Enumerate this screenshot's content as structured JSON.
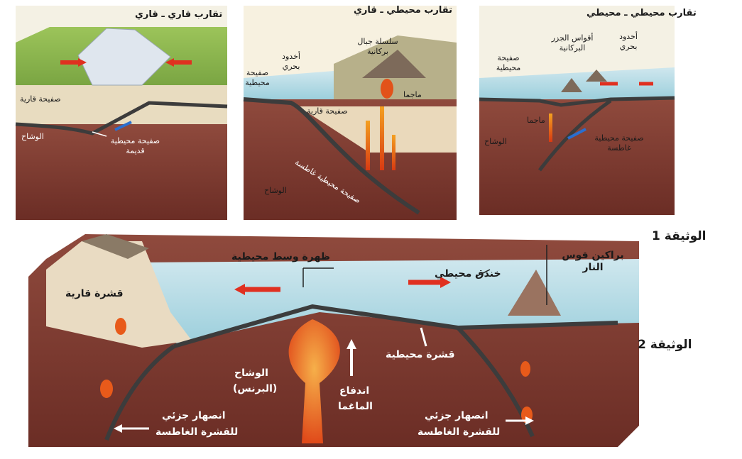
{
  "document1": {
    "label": "الوثيقة 1",
    "panel_cc": {
      "title": "تقارب قاري ـ قاري",
      "continental_plate": "صفيحة قارية",
      "mantle": "الوشاح",
      "old_oceanic_plate": "صفيحة محيطية قديمة"
    },
    "panel_oc": {
      "title": "تقارب محيطي ـ قاري",
      "trench": "أخدود بحري",
      "oceanic_plate": "صفيحة محيطية",
      "volcanic_range": "سلسلة جبال بركانية",
      "magma": "ماجما",
      "continental_plate": "صفيحة قارية",
      "subducting_plate": "صفيحة محيطية غاطسة",
      "mantle": "الوشاح"
    },
    "panel_oo": {
      "title": "تقارب محيطي ـ محيطي",
      "island_arcs": "أقواس الجزر البركانية",
      "trench": "أخدود بحري",
      "oceanic_plate": "صفيحة محيطية",
      "magma": "ماجما",
      "mantle": "الوشاح",
      "subducting_plate": "صفيحة محيطية غاطسة"
    }
  },
  "document2": {
    "label": "الوثيقة 2",
    "mid_ocean_ridge": "ظهرة وسط محيطية",
    "ring_of_fire": "براكين قوس النار",
    "ocean_trench": "خندق محيطي",
    "continental_crust": "قشرة قارية",
    "oceanic_crust": "قشرة محيطية",
    "mantle": "الوشاح",
    "mantle_note": "(البرنس)",
    "magma_upwelling_1": "اندفاع",
    "magma_upwelling_2": "الماغما",
    "partial_melting_left_1": "انصهار جزئي",
    "partial_melting_left_2": "للقشرة الغاطسة",
    "partial_melting_right_1": "انصهار جزئي",
    "partial_melting_right_2": "للقشرة الغاطسة"
  }
}
